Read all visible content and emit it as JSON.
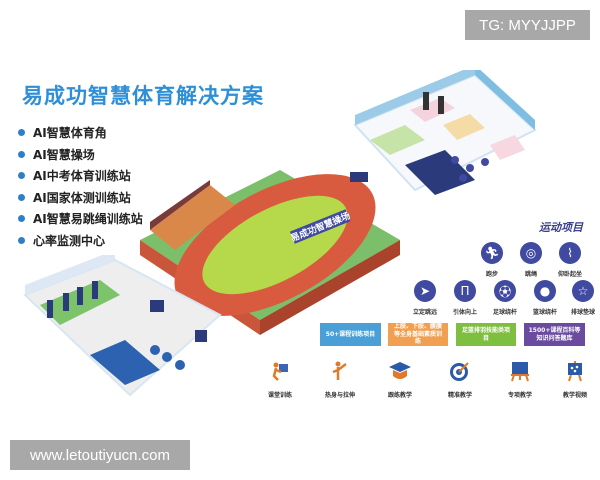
{
  "watermarks": {
    "top_right": "TG: MYYJJPP",
    "bottom_left": "www.letoutiyucn.com"
  },
  "title": "易成功智慧体育解决方案",
  "features": [
    "AI智慧体育角",
    "AI智慧操场",
    "AI中考体育训练站",
    "AI国家体测训练站",
    "AI智慧易跳绳训练站",
    "心率监测中心"
  ],
  "stadium_banner": "易成功智慧操场",
  "sports_section": {
    "title": "运动项目",
    "row1": [
      {
        "label": "跑步",
        "icon": "running-icon"
      },
      {
        "label": "跳绳",
        "icon": "jump-rope-icon"
      },
      {
        "label": "仰卧起坐",
        "icon": "sit-up-icon"
      }
    ],
    "row2": [
      {
        "label": "立定跳远",
        "icon": "long-jump-icon"
      },
      {
        "label": "引体向上",
        "icon": "pull-up-icon"
      },
      {
        "label": "足球绕杆",
        "icon": "football-dribble-icon"
      },
      {
        "label": "篮球绕杆",
        "icon": "basketball-dribble-icon"
      },
      {
        "label": "排球垫球",
        "icon": "volleyball-icon"
      }
    ]
  },
  "feature_boxes": [
    {
      "text": "50+课程训练项目",
      "color": "#4a9fd6"
    },
    {
      "text": "上肢、下肢、腰腹等全身基础素质训练",
      "color": "#f0a050"
    },
    {
      "text": "足篮排羽技能类项目",
      "color": "#7fbf3f"
    },
    {
      "text": "1500+课程百科等知识问答题库",
      "color": "#6a4ba0"
    }
  ],
  "teaching": [
    {
      "label": "课堂训练",
      "icon": "classroom-training-icon"
    },
    {
      "label": "热身与拉伸",
      "icon": "warmup-stretch-icon"
    },
    {
      "label": "跟练教学",
      "icon": "graduation-cap-icon"
    },
    {
      "label": "精准教学",
      "icon": "target-icon"
    },
    {
      "label": "专项教学",
      "icon": "board-icon"
    },
    {
      "label": "教学视频",
      "icon": "video-board-icon"
    }
  ],
  "colors": {
    "title_blue": "#2f8fd6",
    "sport_icon_bg": "#3f4aa0",
    "track_red": "#d95b3f",
    "field_green": "#b5d94a"
  }
}
